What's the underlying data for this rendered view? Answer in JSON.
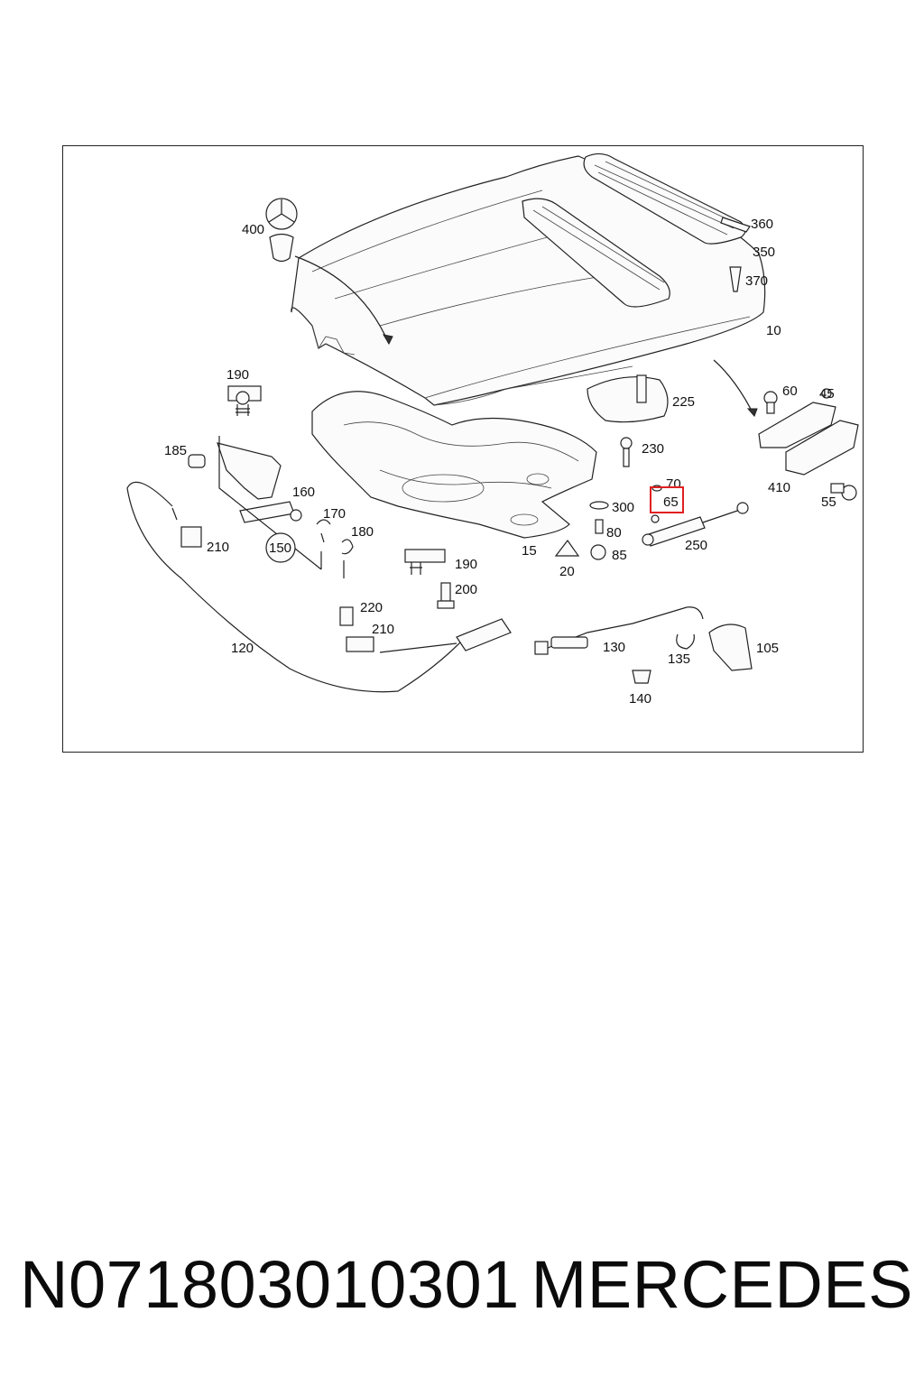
{
  "diagram": {
    "labels": {
      "p10": "10",
      "p15": "15",
      "p20": "20",
      "p45": "45",
      "p55": "55",
      "p60": "60",
      "p65": "65",
      "p70": "70",
      "p80": "80",
      "p85": "85",
      "p105": "105",
      "p120": "120",
      "p130": "130",
      "p135": "135",
      "p140": "140",
      "p150": "150",
      "p160": "160",
      "p170": "170",
      "p180": "180",
      "p185": "185",
      "p190a": "190",
      "p190b": "190",
      "p200": "200",
      "p210a": "210",
      "p210b": "210",
      "p220": "220",
      "p225": "225",
      "p230": "230",
      "p250": "250",
      "p300": "300",
      "p350": "350",
      "p360": "360",
      "p370": "370",
      "p400": "400",
      "p410": "410"
    },
    "highlight_label": "65",
    "highlight_color": "#e02020"
  },
  "caption": {
    "part_number": "N071803010301",
    "brand": "MERCEDES"
  }
}
